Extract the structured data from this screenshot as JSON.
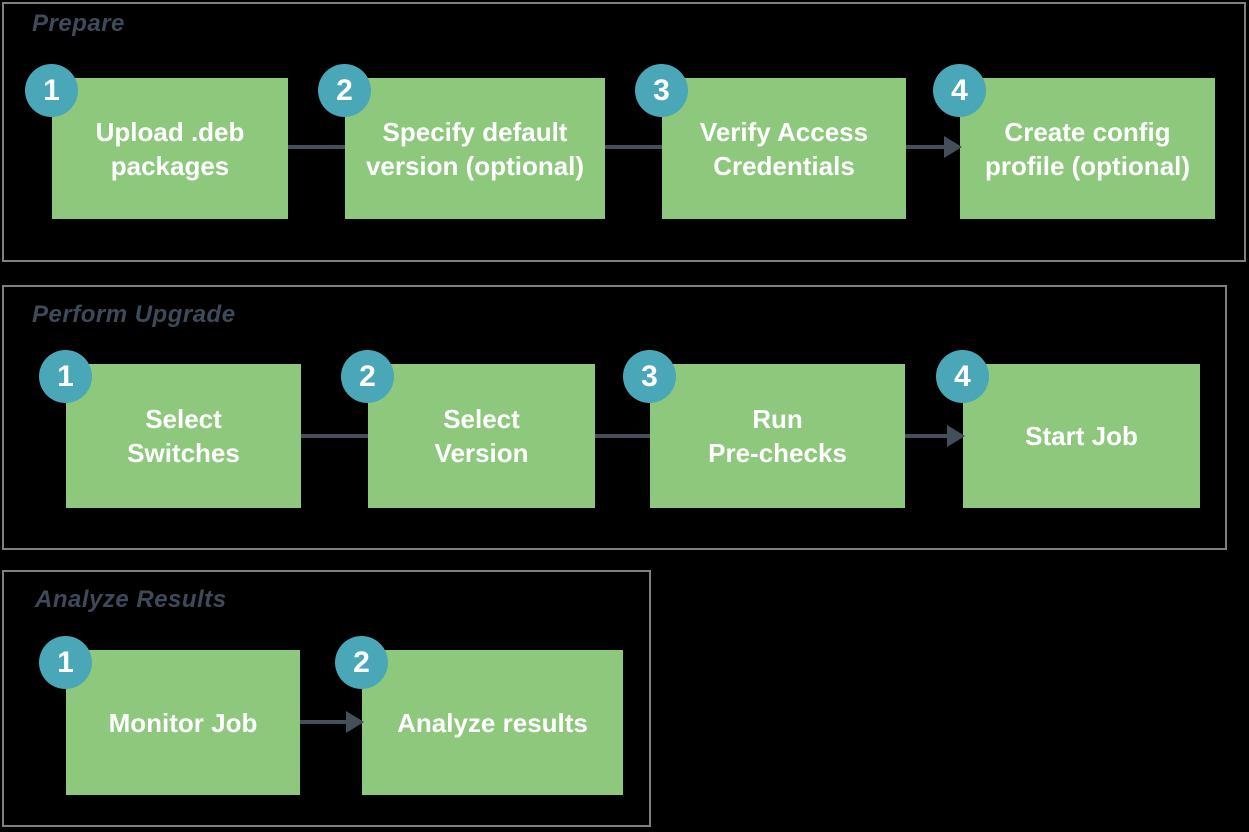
{
  "colors": {
    "background": "#000000",
    "section_border": "#808080",
    "section_title": "#3e4a59",
    "step_box": "#8dc87d",
    "step_text": "#ffffff",
    "badge": "#4aa7b8",
    "badge_text": "#ffffff",
    "connector": "#454f5b"
  },
  "sections": [
    {
      "title": "Prepare",
      "steps": [
        {
          "number": "1",
          "label": "Upload .deb\npackages"
        },
        {
          "number": "2",
          "label": "Specify default\nversion (optional)"
        },
        {
          "number": "3",
          "label": "Verify Access\nCredentials"
        },
        {
          "number": "4",
          "label": "Create config\nprofile (optional)"
        }
      ],
      "connectors": [
        "line",
        "line",
        "arrow"
      ]
    },
    {
      "title": "Perform Upgrade",
      "steps": [
        {
          "number": "1",
          "label": "Select\nSwitches"
        },
        {
          "number": "2",
          "label": "Select\nVersion"
        },
        {
          "number": "3",
          "label": "Run\nPre-checks"
        },
        {
          "number": "4",
          "label": "Start Job"
        }
      ],
      "connectors": [
        "line",
        "line",
        "arrow"
      ]
    },
    {
      "title": "Analyze Results",
      "steps": [
        {
          "number": "1",
          "label": "Monitor Job"
        },
        {
          "number": "2",
          "label": "Analyze results"
        }
      ],
      "connectors": [
        "arrow"
      ]
    }
  ]
}
